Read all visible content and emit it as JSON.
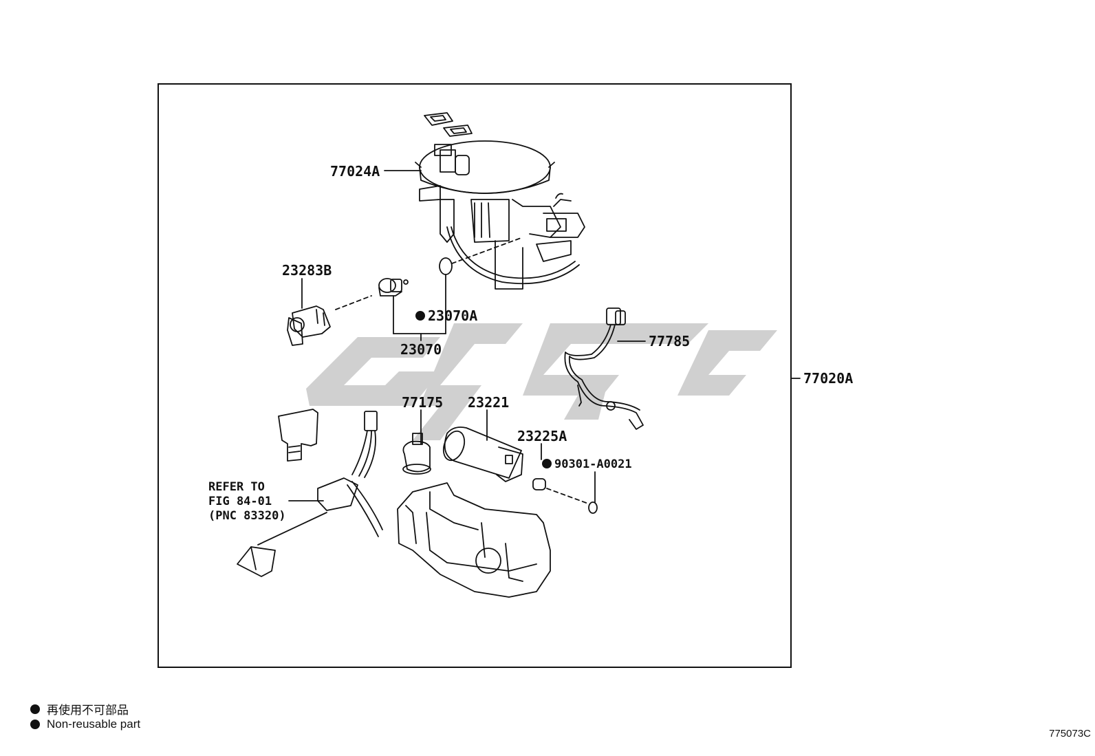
{
  "labels": {
    "p77024A": "77024A",
    "p23283B": "23283B",
    "p23070A": "23070A",
    "p23070": "23070",
    "p77785": "77785",
    "p77020A": "77020A",
    "p77175": "77175",
    "p23221": "23221",
    "p23225A": "23225A",
    "p90301": "90301-A0021",
    "refer1": "REFER TO",
    "refer2": "FIG 84-01",
    "refer3": "(PNC 83320)"
  },
  "legend": {
    "jp": "再使用不可部品",
    "en": "Non-reusable part"
  },
  "figure_code": "775073C"
}
